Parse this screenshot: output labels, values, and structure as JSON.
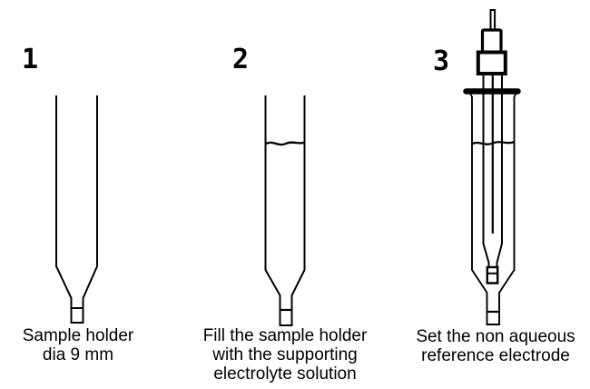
{
  "colors": {
    "ink": "#000000",
    "background": "#ffffff"
  },
  "steps": [
    {
      "number": "1",
      "illustration": "empty-sample-holder",
      "caption_lines": [
        "Sample holder",
        "dia 9 mm"
      ]
    },
    {
      "number": "2",
      "illustration": "sample-holder-with-electrolyte",
      "caption_lines": [
        "Fill the sample holder",
        "with the supporting",
        "electrolyte solution"
      ]
    },
    {
      "number": "3",
      "illustration": "reference-electrode-in-sample-holder",
      "caption_lines": [
        "Set the non aqueous",
        "reference electrode"
      ]
    }
  ]
}
